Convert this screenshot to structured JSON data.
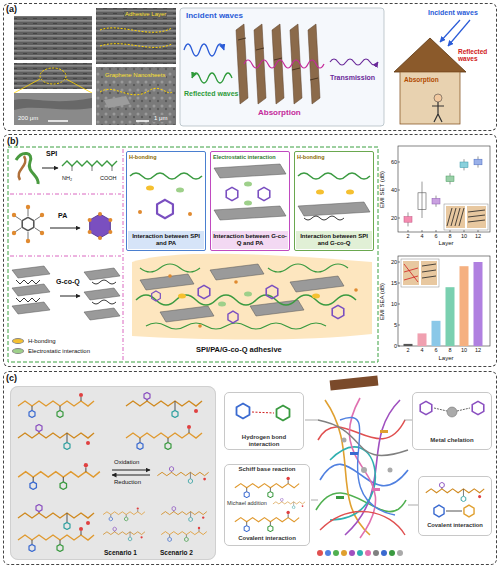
{
  "diagram": {
    "nodes": [
      {
        "text": [
          "(a)"
        ]
      },
      {
        "text": [
          "(b)"
        ]
      },
      {
        "text": [
          "H-bonding",
          "Interaction between SPI and PA"
        ],
        "in": 1
      },
      {
        "text": [
          "Electrostatic interaction",
          "Interaction between G-co-Q and PA"
        ],
        "in": 1
      },
      {
        "text": [
          "H-bonding",
          "Interaction between SPI and G-co-Q"
        ],
        "in": 1
      },
      {
        "text": [
          "(c)"
        ]
      },
      {
        "text": [
          "Oxidation",
          "Reduction",
          "Scenario 1",
          "Scenario 2"
        ],
        "in": 5
      },
      {
        "text": [
          "Hydrogen bond interaction"
        ],
        "in": 5
      },
      {
        "text": [
          "Metal chelation"
        ],
        "in": 5
      },
      {
        "text": [
          "Schiff base reaction",
          "Michael addition",
          "Covalent interaction"
        ],
        "in": 5
      },
      {
        "text": [
          "Covalent interaction"
        ],
        "in": 5
      }
    ],
    "labels": [
      "200 μm",
      "Adhesive Layer",
      "Graphene Nanosheets",
      "1 μm",
      "Incident waves",
      "Absorption",
      "Reflected waves",
      "Transmission",
      "Incident waves",
      "Reflected waves",
      "Absorption",
      "SPI",
      "NH₂",
      "COOH",
      "PA",
      "G-co-Q",
      "SPI/PA/G-co-Q adhesive",
      "EMI SET (dB)",
      "20",
      "40",
      "60",
      "2",
      "4",
      "6",
      "8",
      "10",
      "12",
      "Layer",
      "EMI SEA (dB)",
      "0",
      "5",
      "10",
      "15",
      "20",
      "2",
      "4",
      "6",
      "8",
      "10",
      "12",
      "Layer"
    ],
    "legend": [
      {
        "text": "H-bonding",
        "color": "#f5c030"
      },
      {
        "text": "Electrostatic interaction",
        "color": "#9ed08a"
      }
    ]
  }
}
